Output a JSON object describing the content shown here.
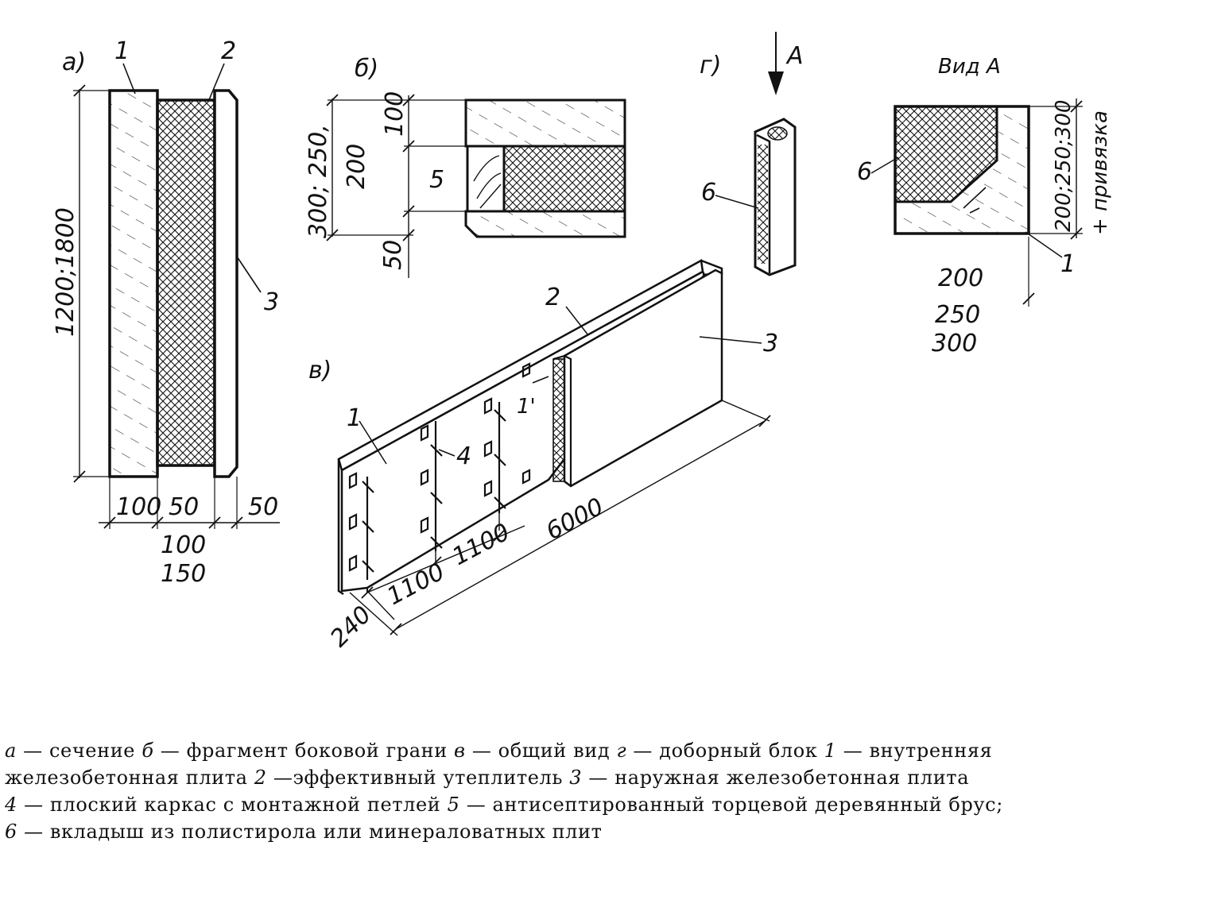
{
  "labels": {
    "view_a": "а)",
    "view_b": "б)",
    "view_v": "в)",
    "view_g": "г)",
    "view_arrow_a": "А",
    "view_a_title": "Вид А",
    "n1": "1",
    "n2": "2",
    "n3": "3",
    "n4": "4",
    "n5": "5",
    "n6": "6",
    "n1prime": "1'"
  },
  "dims": {
    "a_height": "1200;1800",
    "a_d100": "100",
    "a_d50": "50",
    "a_d50b": "50",
    "a_d100b": "100",
    "a_d150": "150",
    "b_height": "300; 250,",
    "b_200": "200",
    "b_100": "100",
    "b_50": "50",
    "v_240": "240",
    "v_1100a": "1100",
    "v_1100b": "1100",
    "v_6000": "6000",
    "g_vert": "200;250;300",
    "g_privyazka": "+ привязка",
    "g_200": "200",
    "g_250": "250",
    "g_300": "300"
  },
  "caption": {
    "l1": [
      {
        "k": "а",
        "t": " — сечение  "
      },
      {
        "k": "б",
        "t": " — фрагмент боковой грани  "
      },
      {
        "k": "в",
        "t": " — общий вид  "
      },
      {
        "k": "г",
        "t": " — доборный блок  "
      },
      {
        "k": "1",
        "t": " —  внутренняя"
      }
    ],
    "l2": [
      {
        "k": "",
        "t": "железобетонная   плита   "
      },
      {
        "k": "2",
        "t": " —эффективный   утеплитель    "
      },
      {
        "k": "3",
        "t": " — наружная   железобетонная плита"
      }
    ],
    "l3": [
      {
        "k": "4",
        "t": " — плоский каркас с монтажной петлей    "
      },
      {
        "k": "5",
        "t": " — антисептированный  торцевой деревянный  брус;"
      }
    ],
    "l4": [
      {
        "k": "6",
        "t": " —  вкладыш из полистирола или минераловатных плит"
      }
    ]
  }
}
